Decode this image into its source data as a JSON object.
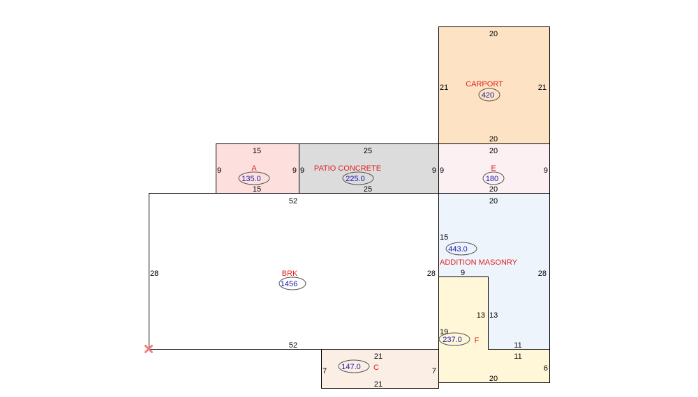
{
  "colors": {
    "label_red": "#e02020",
    "area_blue": "#1a1aa8",
    "outline": "#000000",
    "carport_fill": "#fde3c3",
    "e_fill": "#fdf0f3",
    "a_fill": "#fde0de",
    "patio_fill": "#dcdcdc",
    "addition_fill": "#eef4fc",
    "f_fill": "#fff7d8",
    "c_fill": "#fbeee4",
    "brk_fill": "#ffffff",
    "marker_red": "#f08080"
  },
  "marker_icon": "x-mark-icon",
  "rooms": {
    "carport": {
      "label": "CARPORT",
      "area": "420",
      "dims": [
        "20",
        "21",
        "21",
        "20"
      ]
    },
    "e": {
      "label": "E",
      "area": "180",
      "dims": [
        "20",
        "9",
        "9",
        "20"
      ]
    },
    "a": {
      "label": "A",
      "area": "135.0",
      "dims": [
        "15",
        "9",
        "9",
        "15"
      ]
    },
    "patio": {
      "label": "PATIO CONCRETE",
      "area": "225.0",
      "dims": [
        "25",
        "9",
        "9",
        "25"
      ]
    },
    "brk": {
      "label": "BRK",
      "area": "1456",
      "dims": [
        "52",
        "28",
        "28",
        "52"
      ]
    },
    "addition": {
      "label": "ADDITION MASONRY",
      "area": "443.0",
      "dims": [
        "20",
        "15",
        "28",
        "9",
        "13",
        "11"
      ]
    },
    "f": {
      "label": "F",
      "area": "237.0",
      "dims": [
        "13",
        "19",
        "11",
        "6",
        "20"
      ]
    },
    "c": {
      "label": "C",
      "area": "147.0",
      "dims": [
        "21",
        "7",
        "7",
        "21"
      ]
    }
  }
}
